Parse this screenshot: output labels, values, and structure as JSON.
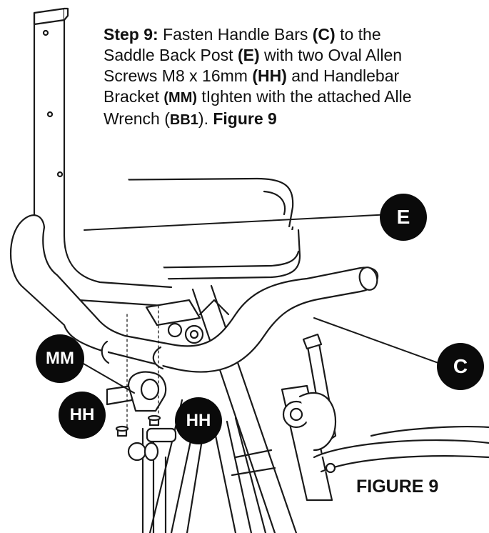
{
  "step": {
    "label": "Step 9:",
    "t1": " Fasten Handle Bars ",
    "ref_c": "(C)",
    "t2": " to the",
    "t3": "Saddle Back Post ",
    "ref_e": "(E)",
    "t4": " with two Oval Allen",
    "t5": "Screws M8 x 16mm ",
    "ref_hh": "(HH)",
    "t6": " and Handlebar",
    "t7": "Bracket ",
    "ref_mm": "(MM)",
    "t8": " tIghten with the attached Alle",
    "t9": "Wrench (",
    "ref_bb1": "BB1",
    "t10": "). ",
    "fig_ref": "Figure 9"
  },
  "callouts": {
    "e": "E",
    "c": "C",
    "mm": "MM",
    "hh_left": "HH",
    "hh_right": "HH"
  },
  "figure_caption": "FIGURE 9"
}
